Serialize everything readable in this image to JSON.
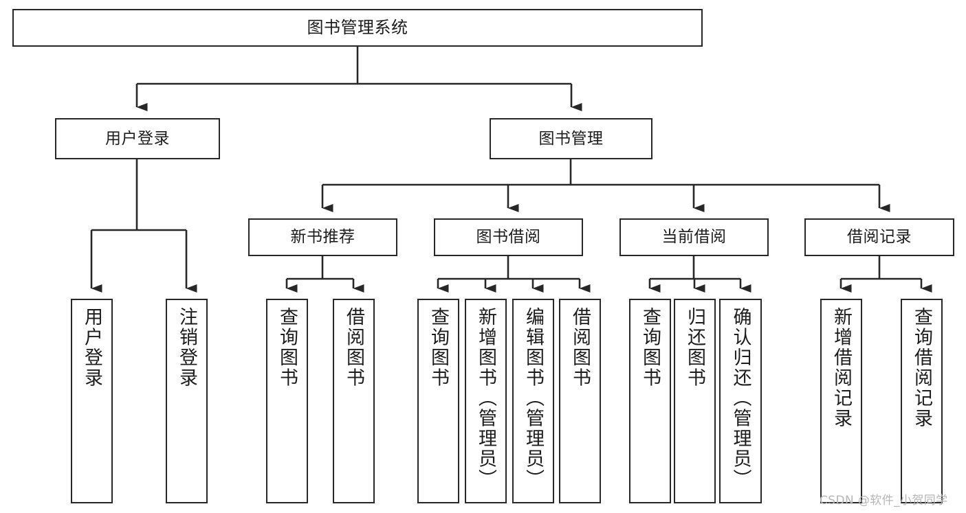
{
  "diagram": {
    "title": "图书管理系统",
    "type": "tree-hierarchy",
    "colors": {
      "box_border": "#272727",
      "box_fill": "#ffffff",
      "edge": "#272727",
      "text": "#1c1c1c",
      "watermark": "#b6b6b6",
      "background": "#ffffff"
    },
    "root": {
      "label": "图书管理系统"
    },
    "level2": [
      {
        "label": "用户登录"
      },
      {
        "label": "图书管理"
      }
    ],
    "level3": [
      {
        "label": "新书推荐"
      },
      {
        "label": "图书借阅"
      },
      {
        "label": "当前借阅"
      },
      {
        "label": "借阅记录"
      }
    ],
    "leaves": {
      "user_login": [
        {
          "label": "用户登录"
        },
        {
          "label": "注销登录"
        }
      ],
      "new_book_recommend": [
        {
          "label": "查询图书"
        },
        {
          "label": "借阅图书"
        }
      ],
      "book_borrow": [
        {
          "label": "查询图书"
        },
        {
          "label": "新增图书（管理员）"
        },
        {
          "label": "编辑图书（管理员）"
        },
        {
          "label": "借阅图书"
        }
      ],
      "current_borrow": [
        {
          "label": "查询图书"
        },
        {
          "label": "归还图书"
        },
        {
          "label": "确认归还（管理员）"
        }
      ],
      "borrow_record": [
        {
          "label": "新增借阅记录"
        },
        {
          "label": "查询借阅记录"
        }
      ]
    }
  },
  "watermark": {
    "text": "CSDN @软件_小贺同学"
  }
}
